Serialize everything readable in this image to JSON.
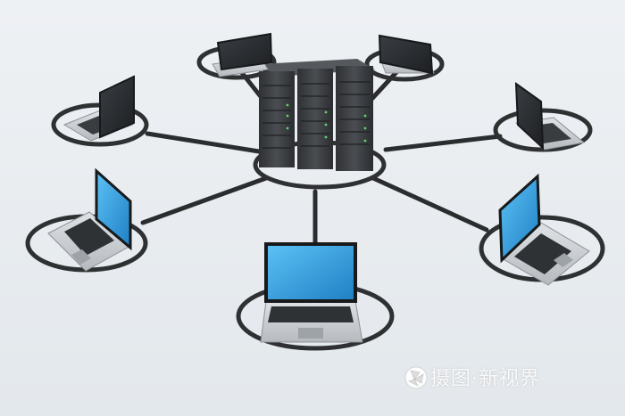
{
  "scene": {
    "description_free": true,
    "background_color": "#e9edf1",
    "ring_color": "#2e3032",
    "link_color": "#2a2c2e",
    "server_body_color": "#3d3f42",
    "screen_on_color": "#2f9fe0",
    "screen_off_color": "#2a2d31",
    "laptop_body_color": "#c9cdd1",
    "led_color": "#5ad46a"
  },
  "server": {
    "name": "server-rack",
    "unit_count": 3
  },
  "laptops": [
    {
      "id": "top-left",
      "screen": "off"
    },
    {
      "id": "upper-left",
      "screen": "off"
    },
    {
      "id": "mid-left",
      "screen": "on"
    },
    {
      "id": "bottom-center",
      "screen": "on"
    },
    {
      "id": "mid-right",
      "screen": "on"
    },
    {
      "id": "upper-right",
      "screen": "off"
    },
    {
      "id": "top-right",
      "screen": "off"
    }
  ],
  "watermark": {
    "text": "摄图·新视界",
    "logo_icon": "camera-aperture-icon"
  }
}
